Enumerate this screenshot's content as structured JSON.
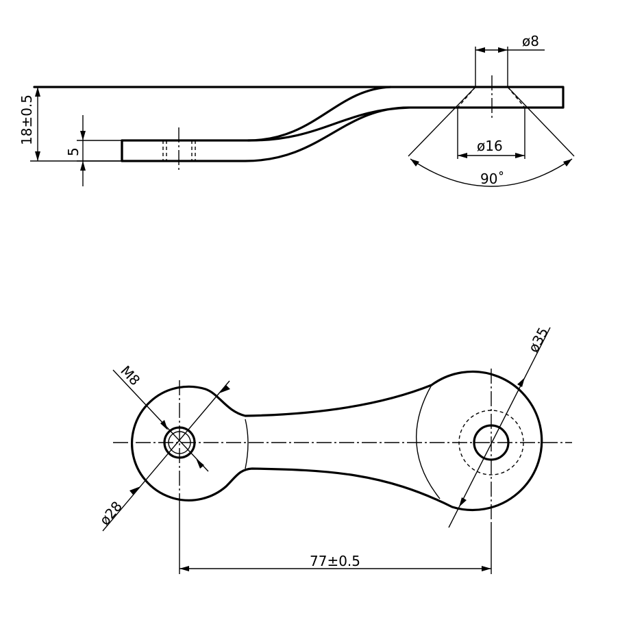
{
  "dimensions": {
    "hole_small": "ø8",
    "countersink_diameter": "ø16",
    "countersink_angle": "90˚",
    "height_total": "18±0.5",
    "thickness": "5",
    "thread": "M8",
    "boss_small": "ø28",
    "boss_large": "ø35",
    "center_distance": "77±0.5"
  }
}
